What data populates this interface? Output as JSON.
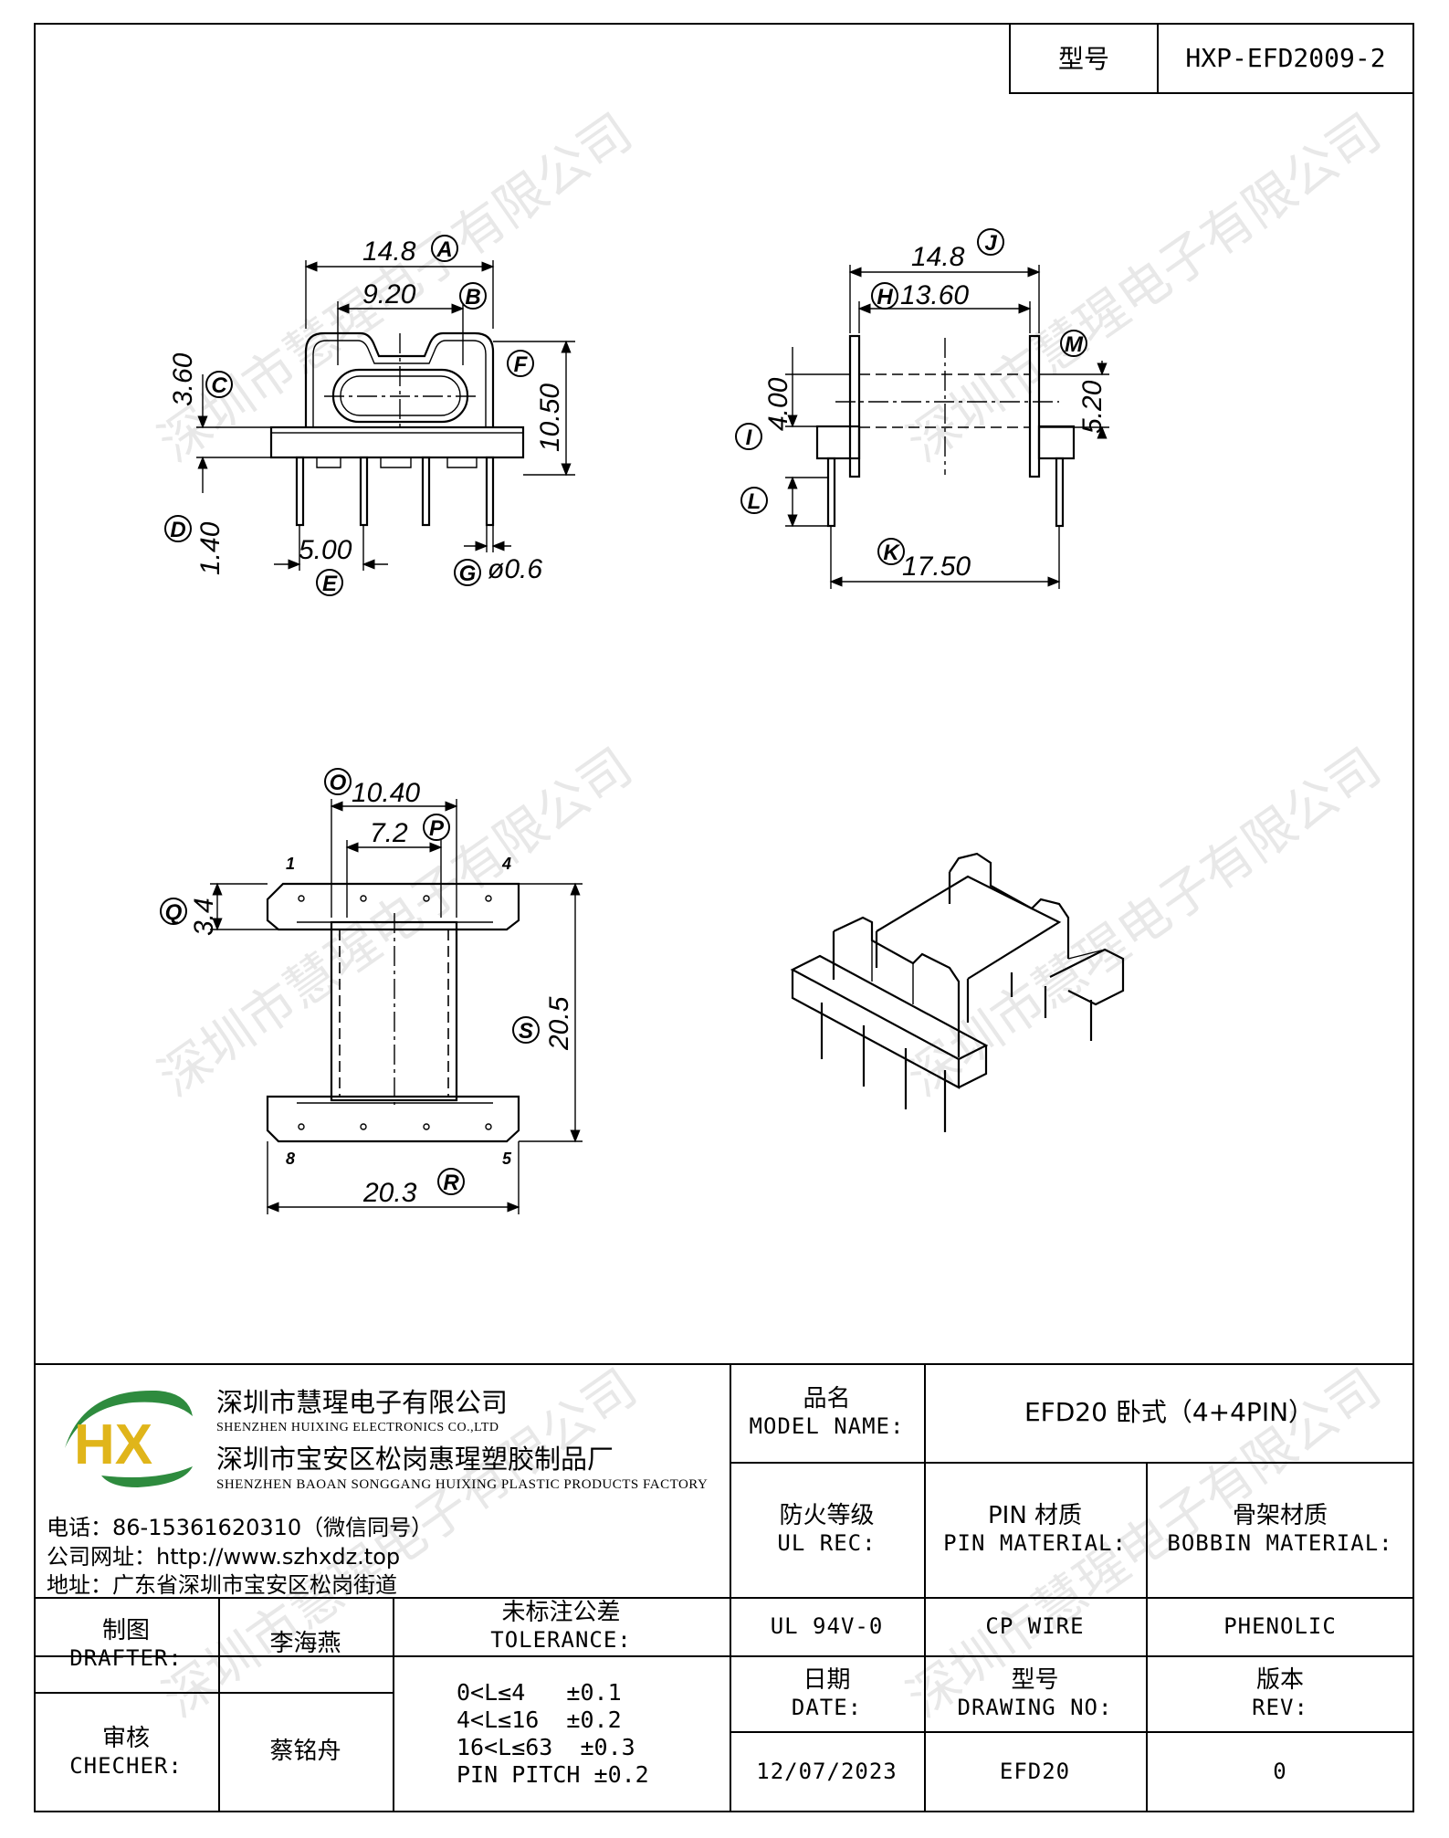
{
  "header": {
    "model_label": "型号",
    "model_value": "HXP-EFD2009-2"
  },
  "drawing": {
    "front_view": {
      "dim_a": "14.8",
      "mark_a": "A",
      "dim_b": "9.20",
      "mark_b": "B",
      "dim_c": "3.60",
      "mark_c": "C",
      "dim_f": "10.50",
      "mark_f": "F",
      "dim_d": "1.40",
      "mark_d": "D",
      "dim_e": "5.00",
      "mark_e": "E",
      "dim_g": "ø0.6",
      "mark_g": "G"
    },
    "side_view": {
      "dim_j": "14.8",
      "mark_j": "J",
      "dim_h": "13.60",
      "mark_h": "H",
      "dim_m": "5.20",
      "mark_m": "M",
      "dim_i": "4.00",
      "mark_i": "I",
      "mark_l": "L",
      "dim_k": "17.50",
      "mark_k": "K"
    },
    "top_view": {
      "dim_o": "10.40",
      "mark_o": "O",
      "dim_p": "7.2",
      "mark_p": "P",
      "dim_q": "3.4",
      "mark_q": "Q",
      "dim_s": "20.5",
      "mark_s": "S",
      "dim_r": "20.3",
      "mark_r": "R",
      "pin_1": "1",
      "pin_4": "4",
      "pin_8": "8",
      "pin_5": "5"
    },
    "watermark": "深圳市慧瑆电子有限公司"
  },
  "title_block": {
    "company": {
      "logo_text": "HX",
      "name_cn": "深圳市慧瑆电子有限公司",
      "name_en": "SHENZHEN HUIXING ELECTRONICS CO.,LTD",
      "factory_cn": "深圳市宝安区松岗惠瑆塑胶制品厂",
      "factory_en": "SHENZHEN BAOAN SONGGANG HUIXING PLASTIC PRODUCTS FACTORY",
      "phone": "电话：86-15361620310（微信同号）",
      "website": "公司网址：http://www.szhxdz.top",
      "address": "地址：广东省深圳市宝安区松岗街道"
    },
    "model_name_label_cn": "品名",
    "model_name_label_en": "MODEL NAME:",
    "model_name_value": "EFD20 卧式（4+4PIN）",
    "ul_label_cn": "防火等级",
    "ul_label_en": "UL REC:",
    "pin_mat_label_cn": "PIN 材质",
    "pin_mat_label_en": "PIN MATERIAL:",
    "bobbin_label_cn": "骨架材质",
    "bobbin_label_en": "BOBBIN MATERIAL:",
    "ul_value": "UL 94V-0",
    "pin_mat_value": "CP WIRE",
    "bobbin_value": "PHENOLIC",
    "drafter_label_cn": "制图",
    "drafter_label_en": "DRAFTER:",
    "drafter_name": "李海燕",
    "checker_label_cn": "审核",
    "checker_label_en": "CHECHER:",
    "checker_name": "蔡铭舟",
    "tolerance_label_cn": "未标注公差",
    "tolerance_label_en": "TOLERANCE:",
    "tolerance_lines": [
      "0<L≤4   ±0.1",
      "4<L≤16  ±0.2",
      "16<L≤63  ±0.3",
      "PIN PITCH ±0.2"
    ],
    "date_label_cn": "日期",
    "date_label_en": "DATE:",
    "date_value": "12/07/2023",
    "drawing_no_label_cn": "型号",
    "drawing_no_label_en": "DRAWING NO:",
    "drawing_no_value": "EFD20",
    "rev_label_cn": "版本",
    "rev_label_en": "REV:",
    "rev_value": "0"
  }
}
